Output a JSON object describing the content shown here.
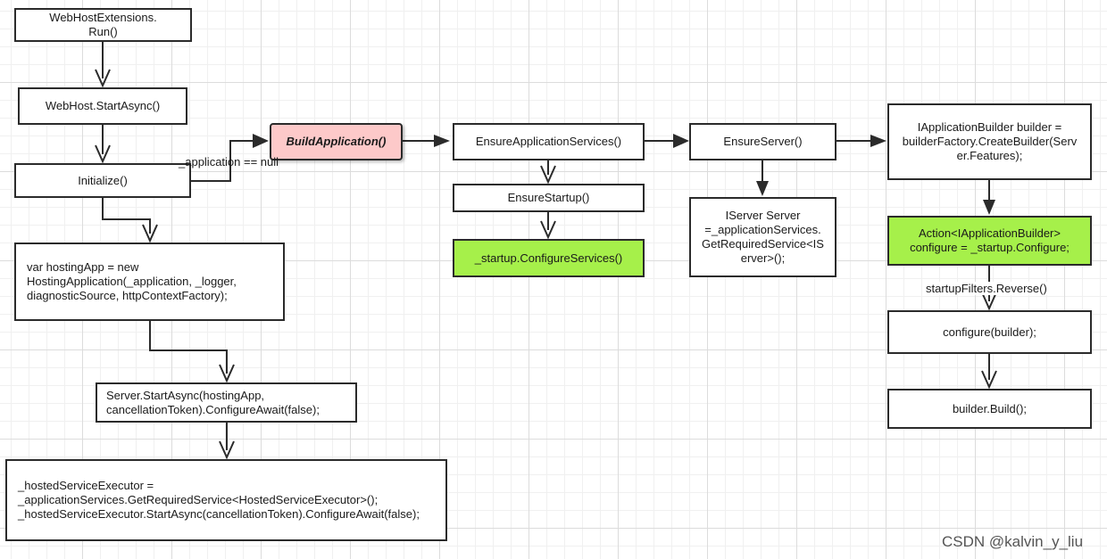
{
  "nodes": {
    "run": "WebHostExtensions.\nRun()",
    "start_async": "WebHost.StartAsync()",
    "initialize": "Initialize()",
    "hosting_app": "var hostingApp = new\nHostingApplication(_application, _logger,\ndiagnosticSource, httpContextFactory);",
    "server_start": "Server.StartAsync(hostingApp,\ncancellationToken).ConfigureAwait(false);",
    "hosted_service": "_hostedServiceExecutor =\n_applicationServices.GetRequiredService<HostedServiceExecutor>();\n_hostedServiceExecutor.StartAsync(cancellationToken).ConfigureAwait(false);",
    "build_application": "BuildApplication()",
    "ensure_app_services": "EnsureApplicationServices()",
    "ensure_startup": "EnsureStartup()",
    "configure_services": "_startup.ConfigureServices()",
    "ensure_server": "EnsureServer()",
    "iserver": "IServer Server\n=_applicationServices.\nGetRequiredService<IS\nerver>();",
    "builder": "IApplicationBuilder builder =\nbuilderFactory.CreateBuilder(Serv\ner.Features);",
    "action_configure": "Action<IApplicationBuilder>\nconfigure = _startup.Configure;",
    "configure_builder": "configure(builder);",
    "builder_build": "builder.Build();"
  },
  "edge_labels": {
    "application_null": "_application == null",
    "startup_filters": "startupFilters.Reverse()"
  },
  "watermark": "CSDN @kalvin_y_liu",
  "colors": {
    "highlight_green": "#a6f04a",
    "highlight_pink": "#fdc9c9",
    "stroke": "#2b2b2b"
  }
}
